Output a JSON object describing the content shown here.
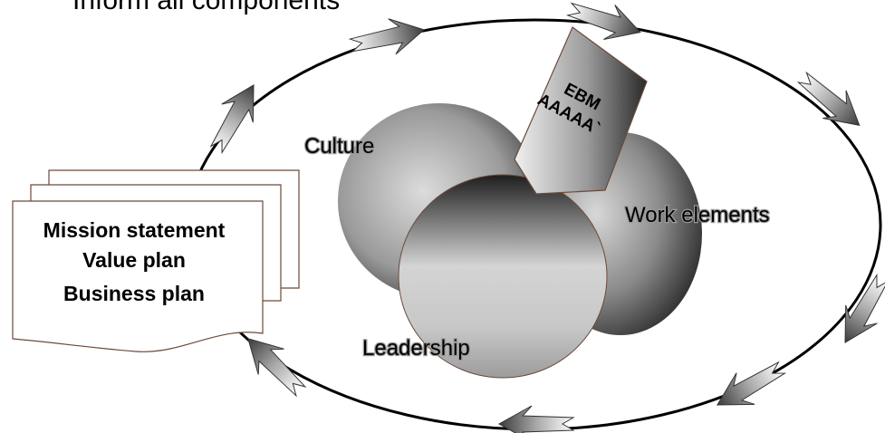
{
  "title": "Inform all components",
  "document": {
    "lines": [
      "Mission statement",
      "Value plan",
      "Business plan"
    ]
  },
  "circles": {
    "culture": "Culture",
    "work": "Work elements",
    "leadership": "Leadership"
  },
  "ebm_card": {
    "line1": "EBM",
    "line2": "AAAAA`"
  },
  "colors": {
    "ring": "#000000",
    "circle_dark": "#1a1a1a",
    "circle_light": "#d9d9d9",
    "arrow_dark": "#555555",
    "arrow_light": "#ffffff",
    "doc_border": "#6b4a3a"
  },
  "icons": [
    "cycle-arrow-icon"
  ]
}
